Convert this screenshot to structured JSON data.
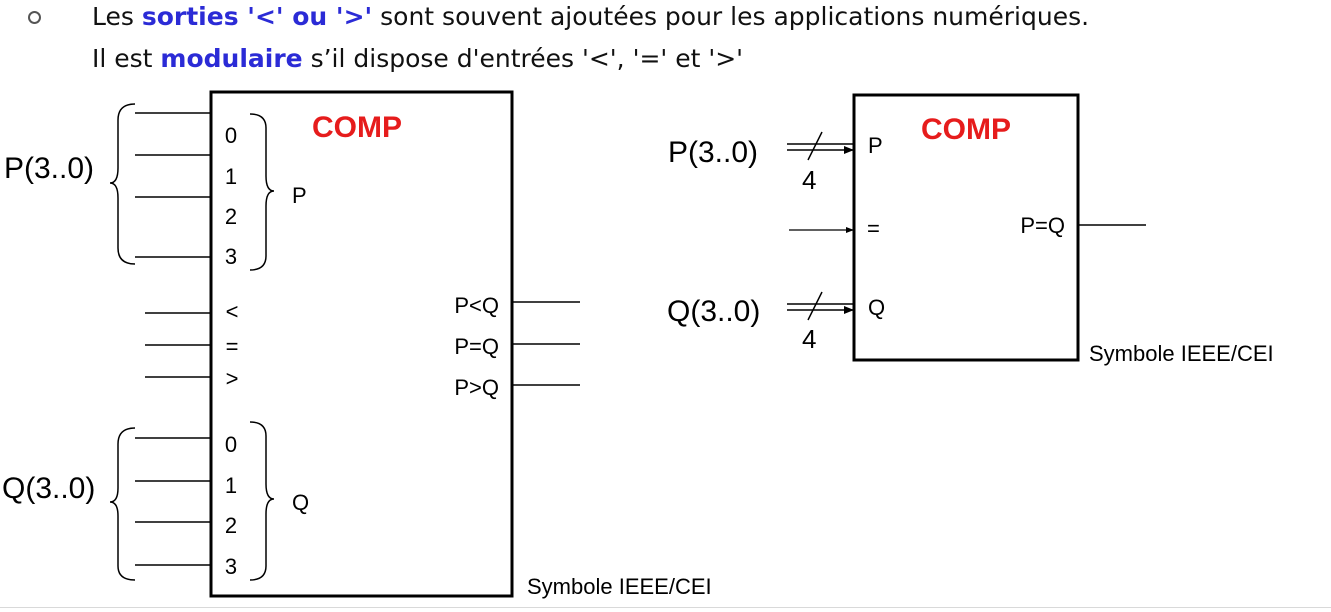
{
  "bullet_text": {
    "line1_part1": "Les ",
    "line1_kw": "sorties '<'  ou '>'",
    "line1_part2": " sont souvent ajoutées pour les applications numériques.",
    "line2_part1": "Il est ",
    "line2_kw": "modulaire",
    "line2_part2": " s’il dispose d'entrées '<', '=' et '>'"
  },
  "colors": {
    "keyword": "#2b2bd6",
    "comp_title": "#e61c1c",
    "lines": "#000000"
  },
  "left_symbol": {
    "title": "COMP",
    "bus_p_label": "P(3..0)",
    "bus_q_label": "Q(3..0)",
    "p_pins": [
      "0",
      "1",
      "2",
      "3"
    ],
    "q_pins": [
      "0",
      "1",
      "2",
      "3"
    ],
    "group_p_label": "P",
    "group_q_label": "Q",
    "cascade_inputs": [
      "<",
      "=",
      ">"
    ],
    "outputs": [
      "P<Q",
      "P=Q",
      "P>Q"
    ],
    "caption": "Symbole IEEE/CEI"
  },
  "right_symbol": {
    "title": "COMP",
    "bus_p_label": "P(3..0)",
    "bus_q_label": "Q(3..0)",
    "bus_width_p": "4",
    "bus_width_q": "4",
    "input_p": "P",
    "input_eq": "=",
    "input_q": "Q",
    "output": "P=Q",
    "caption": "Symbole IEEE/CEI"
  }
}
